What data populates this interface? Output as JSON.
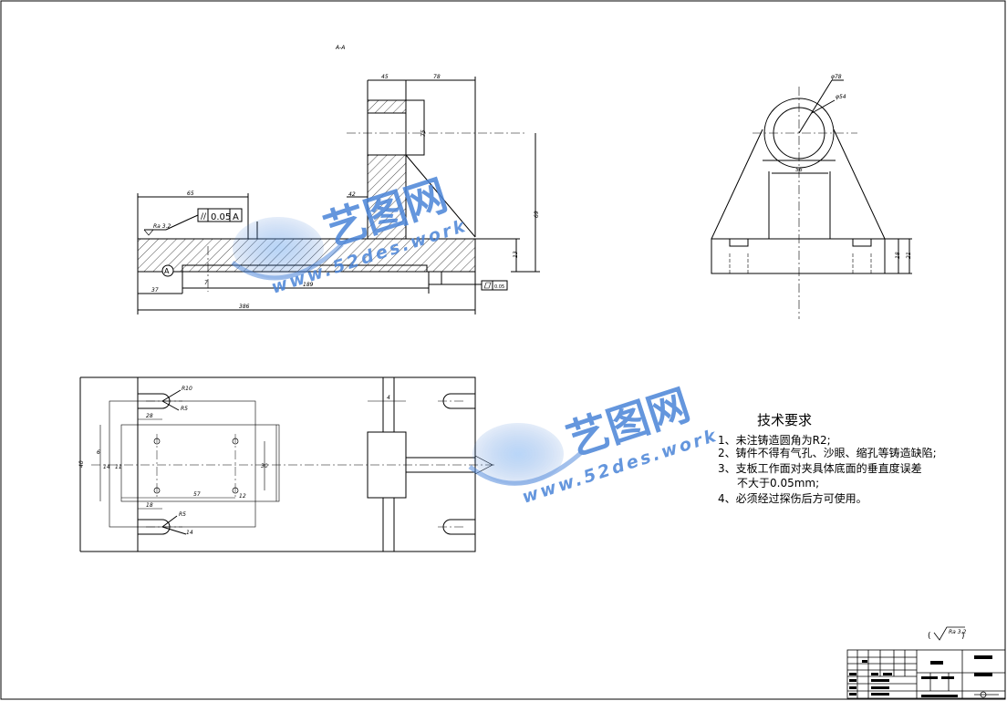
{
  "drawing": {
    "section_label": "A-A",
    "tolerance_frame": {
      "symbol": "//",
      "value": "0.05",
      "datum": "A"
    },
    "surface_finish": {
      "left_view": "Ra 3.2",
      "general": "Ra 3.2"
    },
    "datum_marker": "A",
    "flatness_frame": "0.05",
    "dims": {
      "d45": "45",
      "d78": "78",
      "d75": "75",
      "d65": "65",
      "d42": "42",
      "d69": "69",
      "d13": "13",
      "d37": "37",
      "d189": "189",
      "d7": "7",
      "d386": "386",
      "dphi78": "φ78",
      "dphi54": "φ54",
      "d56": "56",
      "d18": "18",
      "d21": "21",
      "d40": "40",
      "r5": "R5",
      "r10": "R10",
      "r5b": "R5",
      "d28": "28",
      "d6": "6",
      "d14": "14",
      "d11": "11",
      "d57": "57",
      "d12": "12",
      "d4": "4",
      "d18b": "18",
      "d30": "30",
      "d14b": "14"
    }
  },
  "tech_requirements": {
    "title": "技术要求",
    "items": [
      "1、未注铸造圆角为R2;",
      "2、铸件不得有气孔、沙眼、缩孔等铸造缺陷;",
      "3、支板工作面对夹具体底面的垂直度误差",
      "不大于0.05mm;",
      "4、必须经过探伤后方可使用。"
    ]
  },
  "watermark": {
    "cn": "艺图网",
    "url": "www.52des.work"
  }
}
